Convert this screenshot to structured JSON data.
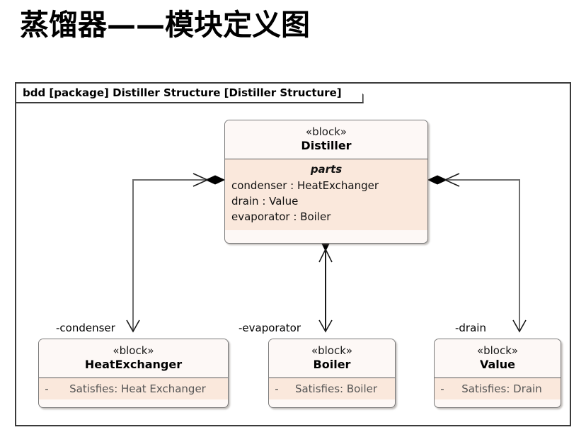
{
  "title": "蒸馏器——模块定义图",
  "frame": {
    "header_label": "bdd [package] Distiller Structure [Distiller Structure]"
  },
  "colors": {
    "block_header_fill": "#FDF8F6",
    "compartment_fill": "#FAE8DC",
    "block_border": "#7A7A7A",
    "frame_border": "#3A3A3A",
    "connector": "#6E6E6E",
    "satisfies_text": "#555555"
  },
  "blocks": {
    "distiller": {
      "stereotype": "«block»",
      "name": "Distiller",
      "compartment_title": "parts",
      "parts": [
        "condenser : HeatExchanger",
        "drain : Value",
        "evaporator : Boiler"
      ]
    },
    "heat_exchanger": {
      "stereotype": "«block»",
      "name": "HeatExchanger",
      "visibility": "-",
      "satisfies": "Satisfies: Heat Exchanger"
    },
    "boiler": {
      "stereotype": "«block»",
      "name": "Boiler",
      "visibility": "-",
      "satisfies": "Satisfies: Boiler"
    },
    "value": {
      "stereotype": "«block»",
      "name": "Value",
      "visibility": "-",
      "satisfies": "Satisfies: Drain"
    }
  },
  "connectors": [
    {
      "id": "condenser",
      "label": "-condenser",
      "from": "distiller",
      "to": "heat_exchanger",
      "kind": "composition"
    },
    {
      "id": "evaporator",
      "label": "-evaporator",
      "from": "distiller",
      "to": "boiler",
      "kind": "composition"
    },
    {
      "id": "drain",
      "label": "-drain",
      "from": "distiller",
      "to": "value",
      "kind": "composition"
    }
  ]
}
